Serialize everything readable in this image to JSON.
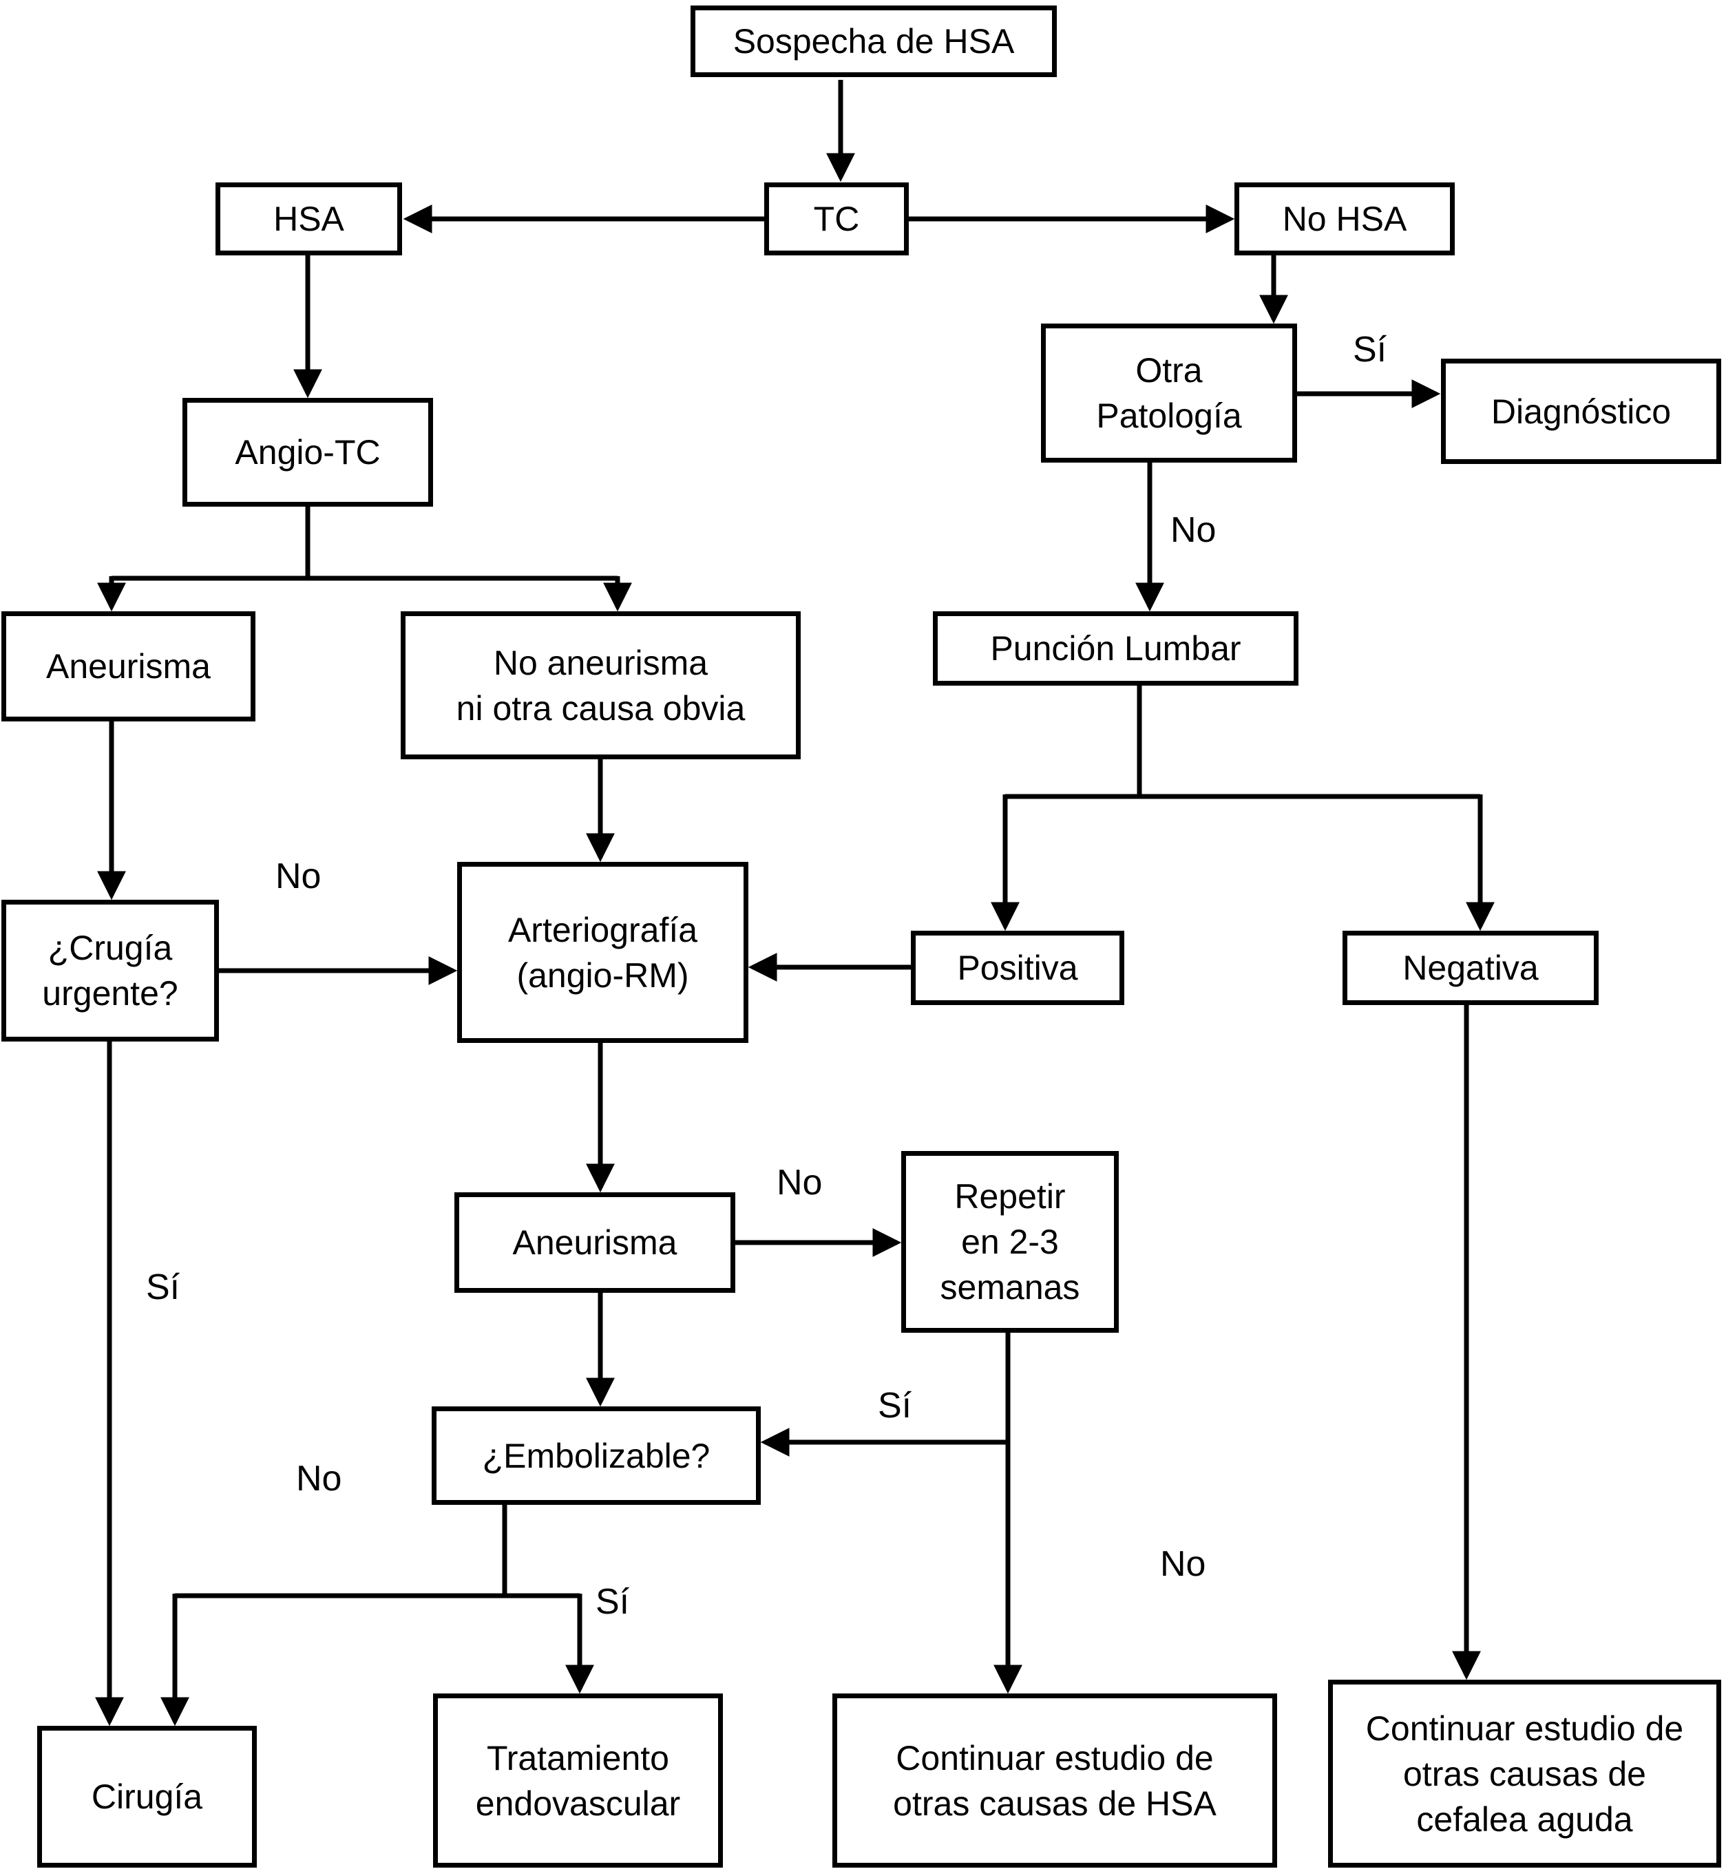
{
  "diagram": {
    "type": "flowchart",
    "language": "es",
    "colors": {
      "background": "#ffffff",
      "line": "#000000",
      "text": "#000000",
      "box_fill": "#ffffff"
    },
    "nodes": {
      "sospecha": {
        "label": "Sospecha de HSA"
      },
      "hsa": {
        "label": "HSA"
      },
      "tc": {
        "label": "TC"
      },
      "no_hsa": {
        "label": "No HSA"
      },
      "angio_tc": {
        "label": "Angio-TC"
      },
      "otra": {
        "label": "Otra\nPatología"
      },
      "diagnostico": {
        "label": "Diagnóstico"
      },
      "aneurisma1": {
        "label": "Aneurisma"
      },
      "no_aneurisma": {
        "label": "No aneurisma\nni otra causa obvia"
      },
      "puncion": {
        "label": "Punción Lumbar"
      },
      "crugia": {
        "label": "¿Crugía\nurgente?"
      },
      "arterio": {
        "label": "Arteriografía\n(angio-RM)"
      },
      "positiva": {
        "label": "Positiva"
      },
      "negativa": {
        "label": "Negativa"
      },
      "aneurisma2": {
        "label": "Aneurisma"
      },
      "repetir": {
        "label": "Repetir\nen 2-3\nsemanas"
      },
      "embolizable": {
        "label": "¿Embolizable?"
      },
      "cirugia": {
        "label": "Cirugía"
      },
      "tratamiento": {
        "label": "Tratamiento\nendovascular"
      },
      "cont_hsa": {
        "label": "Continuar estudio de\notras causas de HSA"
      },
      "cont_cefalea": {
        "label": "Continuar estudio de\notras causas de\ncefalea aguda"
      }
    },
    "edge_labels": {
      "otra_diag_si": "Sí",
      "otra_puncion_no": "No",
      "crugia_arterio_no": "No",
      "crugia_cirugia_si": "Sí",
      "aneurisma2_repetir_no": "No",
      "repetir_embolizable_si": "Sí",
      "repetir_cont_no": "No",
      "embolizable_cirugia_no": "No",
      "embolizable_trat_si": "Sí"
    }
  }
}
